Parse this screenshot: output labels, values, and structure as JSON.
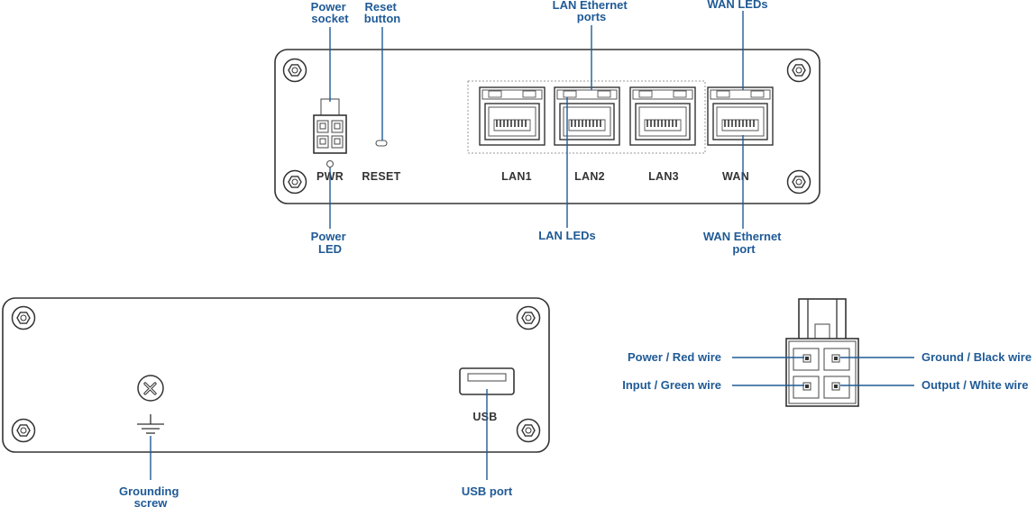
{
  "front": {
    "callouts": {
      "power_socket": [
        "Power",
        "socket"
      ],
      "reset_button": [
        "Reset",
        "button"
      ],
      "lan_ports": [
        "LAN Ethernet",
        "ports"
      ],
      "wan_leds": [
        "WAN LEDs"
      ],
      "power_led": [
        "Power",
        "LED"
      ],
      "lan_leds": [
        "LAN LEDs"
      ],
      "wan_port": [
        "WAN Ethernet",
        "port"
      ]
    },
    "panel_labels": {
      "pwr": "PWR",
      "reset": "RESET",
      "lan1": "LAN1",
      "lan2": "LAN2",
      "lan3": "LAN3",
      "wan": "WAN"
    }
  },
  "back": {
    "callouts": {
      "grounding": [
        "Grounding",
        "screw"
      ],
      "usb_port": [
        "USB port"
      ]
    },
    "panel_labels": {
      "usb": "USB"
    }
  },
  "connector": {
    "pins": {
      "power": "Power / Red wire",
      "ground": "Ground / Black wire",
      "input": "Input / Green wire",
      "output": "Output / White wire"
    }
  },
  "colors": {
    "callout": "#1f5a96",
    "outline": "#333333"
  },
  "icons": [
    "hex-screw-icon",
    "ground-symbol-icon",
    "rj45-port-icon",
    "power-connector-icon"
  ]
}
